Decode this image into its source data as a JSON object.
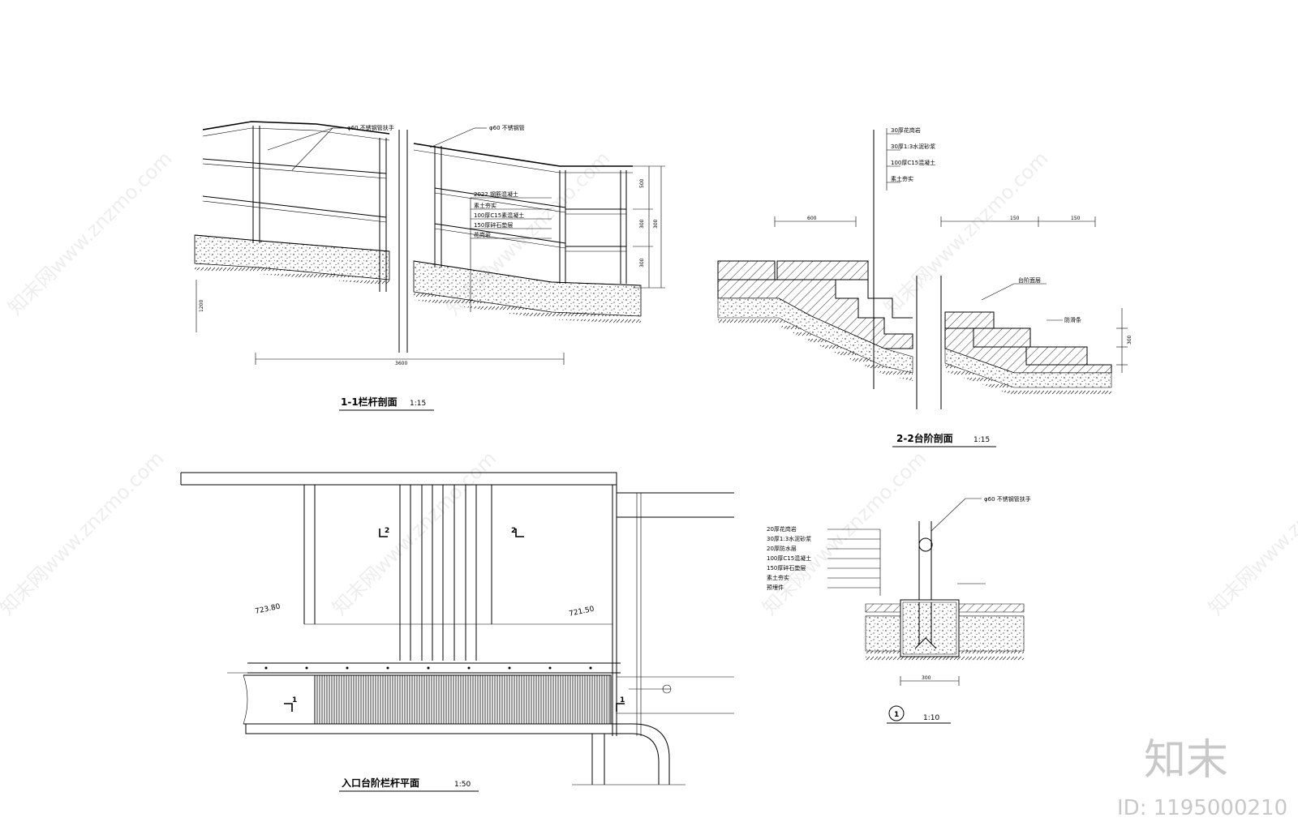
{
  "drawing": {
    "views": {
      "railing_section": {
        "title": "1-1栏杆剖面",
        "scale": "1:15",
        "notes": [
          "φ60 不锈钢管扶手",
          "φ60 不锈钢管",
          "2022 钢筋混凝土",
          "素土夯实",
          "100厚C15素混凝土",
          "150厚碎石垫层",
          "花岗岩"
        ],
        "dims": [
          "500",
          "300",
          "300",
          "300",
          "1200",
          "3600"
        ]
      },
      "step_section": {
        "title": "2-2台阶剖面",
        "scale": "1:15",
        "notes": [
          "30厚花岗岩",
          "30厚1:3水泥砂浆",
          "100厚C15混凝土",
          "素土夯实",
          "台阶面层",
          "防滑条"
        ],
        "dims": [
          "600",
          "150",
          "150",
          "300"
        ]
      },
      "entrance_plan": {
        "title": "入口台阶栏杆平面",
        "scale": "1:50",
        "elevations": [
          "723.80",
          "721.50"
        ],
        "section_marks": [
          "2",
          "2",
          "1",
          "1"
        ]
      },
      "detail_1": {
        "title": "1",
        "scale": "1:10",
        "notes": [
          "φ60 不锈钢管扶手",
          "20厚花岗岩",
          "30厚1:3水泥砂浆",
          "20厚防水层",
          "100厚C15混凝土",
          "150厚碎石垫层",
          "素土夯实",
          "预埋件"
        ],
        "dims": [
          "300"
        ]
      }
    },
    "watermark": {
      "text": "知末网www.znzmo.com"
    },
    "brand": {
      "name": "知末",
      "id": "ID: 1195000210"
    }
  }
}
